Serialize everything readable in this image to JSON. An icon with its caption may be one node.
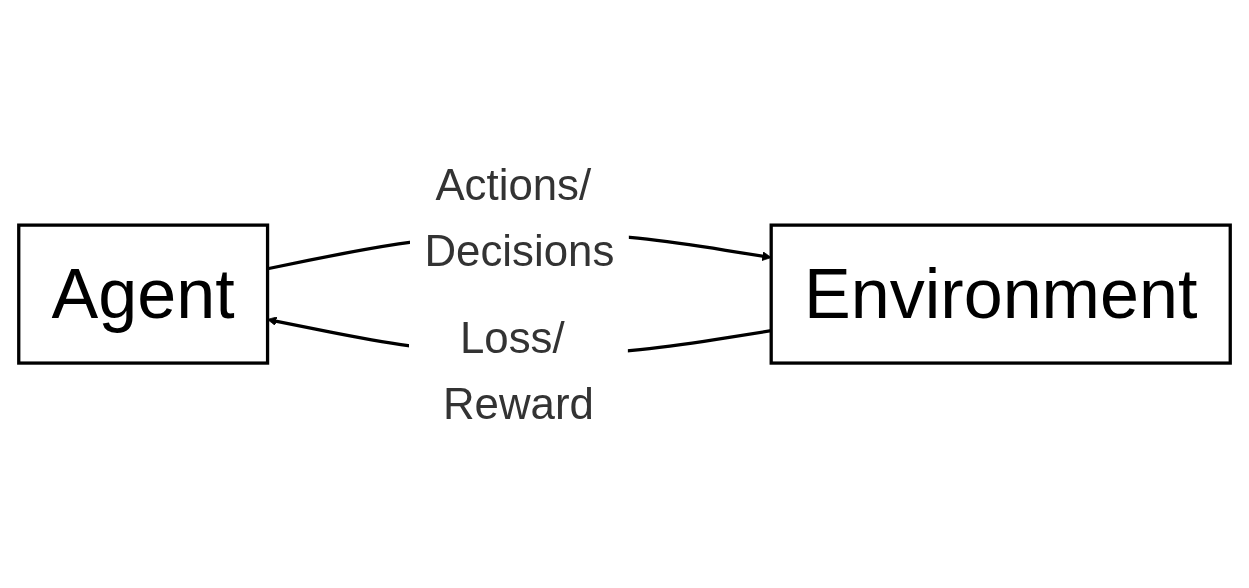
{
  "diagram": {
    "nodes": [
      {
        "text": [
          "Agent"
        ]
      },
      {
        "text": [
          "Environment"
        ]
      }
    ],
    "edges": [
      {
        "from": 0,
        "to": 1,
        "arrow": "to",
        "label": "Actions/ Decisions"
      },
      {
        "from": 1,
        "to": 0,
        "arrow": "to",
        "label": "Loss/ Reward"
      }
    ]
  }
}
